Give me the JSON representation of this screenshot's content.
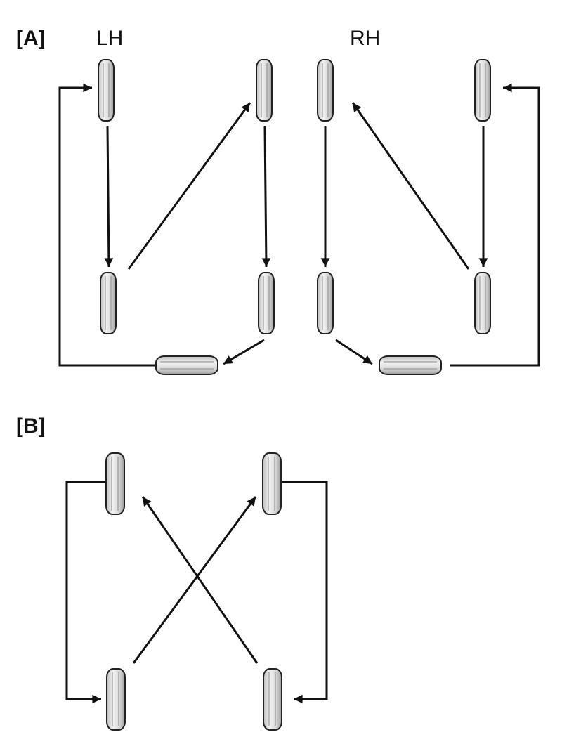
{
  "sections": {
    "a": {
      "label": "[A]"
    },
    "b": {
      "label": "[B]"
    }
  },
  "sides": {
    "left": "LH",
    "right": "RH"
  },
  "colors": {
    "line": "#111111",
    "tire_fill": "#e6e6e6",
    "tire_edge": "#222222"
  },
  "icons": {
    "tire": "tire-icon",
    "arrow": "arrowhead"
  }
}
